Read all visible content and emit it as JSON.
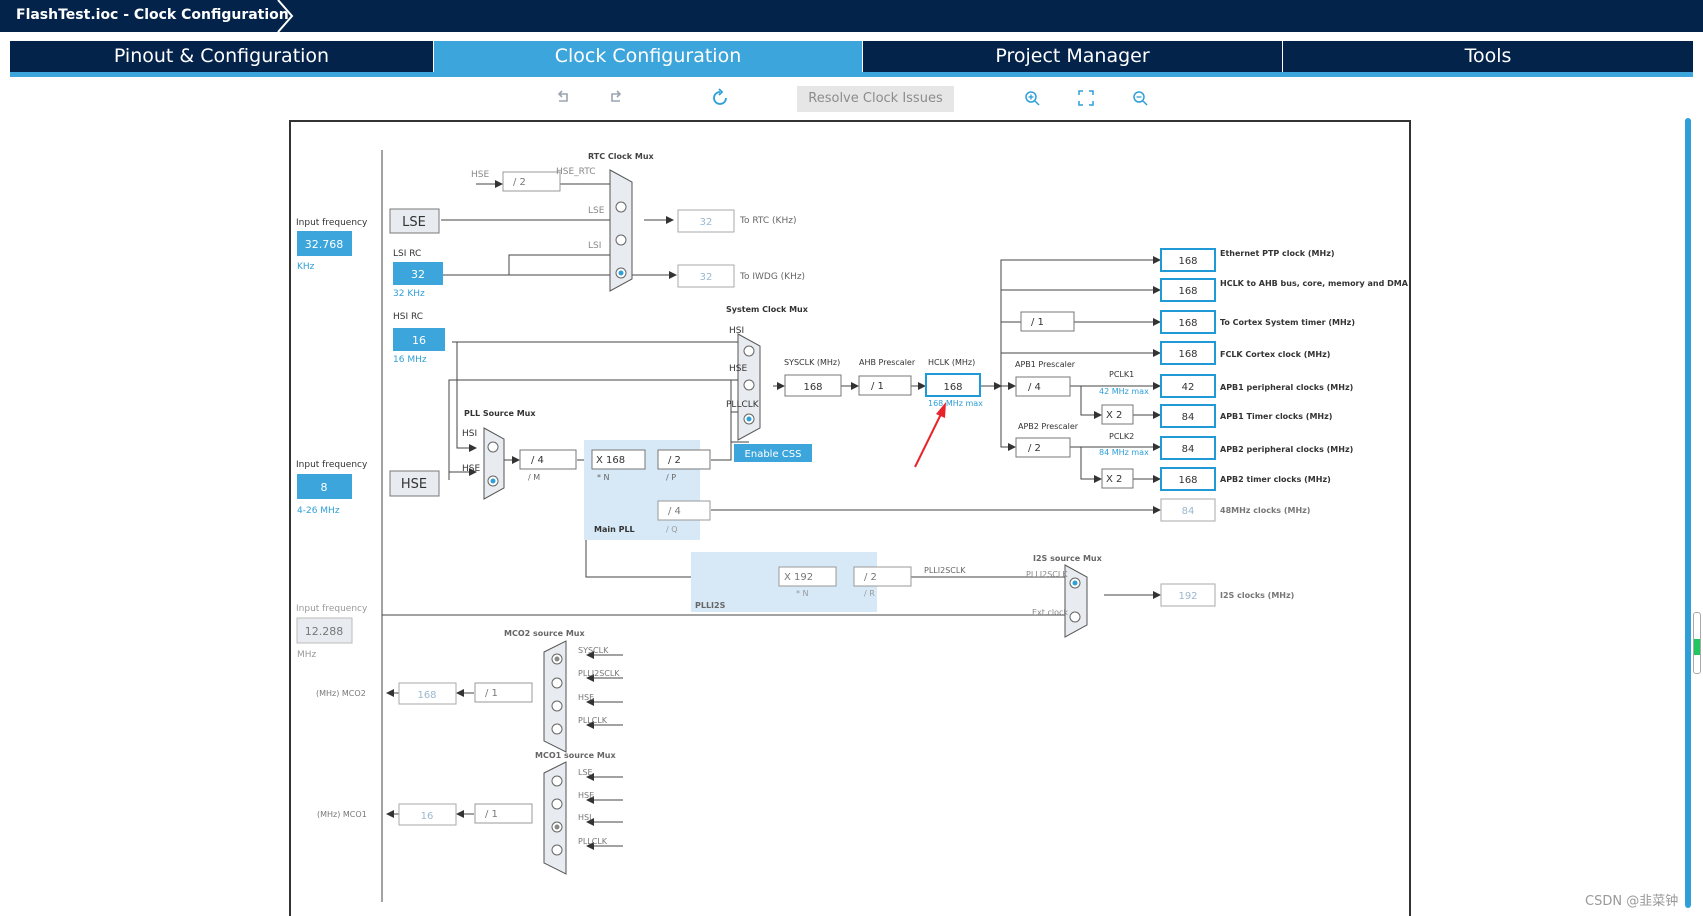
{
  "window": {
    "title": "FlashTest.ioc - Clock Configuration"
  },
  "tabs": [
    {
      "label": "Pinout & Configuration",
      "active": false
    },
    {
      "label": "Clock Configuration",
      "active": true
    },
    {
      "label": "Project Manager",
      "active": false
    },
    {
      "label": "Tools",
      "active": false
    }
  ],
  "toolbar": {
    "undo_icon": "undo-icon",
    "redo_icon": "redo-icon",
    "reset_icon": "refresh-icon",
    "resolve_label": "Resolve Clock Issues",
    "zoom_in_icon": "zoom-in-icon",
    "fit_icon": "fit-screen-icon",
    "zoom_out_icon": "zoom-out-icon"
  },
  "colors": {
    "titlebar": "#03234b",
    "accent": "#3ca5dc",
    "input_box": "#3ca5dc",
    "output_border": "#1f9ad6",
    "pll_bg": "#d7e9f7",
    "arrow_red": "#e8242a"
  },
  "diagram": {
    "lse_input": {
      "label": "Input frequency",
      "value": "32.768",
      "unit": "KHz",
      "name": "LSE"
    },
    "lsi": {
      "label": "LSI RC",
      "value": "32",
      "unit": "32 KHz"
    },
    "hsi": {
      "label": "HSI RC",
      "value": "16",
      "unit": "16 MHz"
    },
    "hse_input": {
      "label": "Input frequency",
      "value": "8",
      "unit": "4-26 MHz",
      "name": "HSE"
    },
    "ext_input": {
      "label": "Input frequency",
      "value": "12.288",
      "unit": "MHz"
    },
    "rtc_mux": {
      "title": "RTC Clock Mux",
      "hse_div": "/ 2",
      "hse_label": "HSE",
      "hse_rtc_label": "HSE_RTC",
      "lse_label": "LSE",
      "lsi_label": "LSI",
      "rtc_value": "32",
      "rtc_label": "To RTC (KHz)",
      "iwdg_value": "32",
      "iwdg_label": "To IWDG (KHz)"
    },
    "sys_mux": {
      "title": "System Clock Mux",
      "hsi": "HSI",
      "hse": "HSE",
      "pllclk": "PLLCLK",
      "css_label": "Enable CSS"
    },
    "pll_src_mux": {
      "title": "PLL Source Mux",
      "hsi": "HSI",
      "hse": "HSE"
    },
    "pll": {
      "m_value": "/ 4",
      "m_label": "/ M",
      "n_value": "X 168",
      "n_label": "* N",
      "p_value": "/ 2",
      "p_label": "/ P",
      "q_value": "/ 4",
      "q_label": "/ Q",
      "title": "Main PLL"
    },
    "sysclk": {
      "label": "SYSCLK (MHz)",
      "value": "168"
    },
    "ahb": {
      "label": "AHB Prescaler",
      "value": "/ 1"
    },
    "hclk": {
      "label": "HCLK (MHz)",
      "value": "168",
      "max": "168 MHz max"
    },
    "apb1": {
      "label": "APB1 Prescaler",
      "value": "/ 4",
      "pclk_label": "PCLK1",
      "max": "42 MHz max",
      "timer_mul": "X 2"
    },
    "apb2": {
      "label": "APB2 Prescaler",
      "value": "/ 2",
      "pclk_label": "PCLK2",
      "max": "84 MHz max",
      "timer_mul": "X 2"
    },
    "cortex_div": "/ 1",
    "outputs": [
      {
        "value": "168",
        "label": "Ethernet PTP clock (MHz)"
      },
      {
        "value": "168",
        "label": "HCLK to AHB bus, core, memory and DMA (MHz)"
      },
      {
        "value": "168",
        "label": "To Cortex System timer (MHz)"
      },
      {
        "value": "168",
        "label": "FCLK Cortex clock (MHz)"
      },
      {
        "value": "42",
        "label": "APB1 peripheral clocks (MHz)"
      },
      {
        "value": "84",
        "label": "APB1 Timer clocks (MHz)"
      },
      {
        "value": "84",
        "label": "APB2 peripheral clocks (MHz)"
      },
      {
        "value": "168",
        "label": "APB2 timer clocks (MHz)"
      },
      {
        "value": "84",
        "label": "48MHz clocks (MHz)"
      }
    ],
    "plli2s": {
      "title": "PLLI2S",
      "n_value": "X 192",
      "n_label": "* N",
      "r_value": "/ 2",
      "r_label": "/ R",
      "out_label": "PLLI2SCLK"
    },
    "i2s_mux": {
      "title": "I2S source Mux",
      "in1": "PLLI2SCLK",
      "in2": "Ext.clock",
      "value": "192",
      "label": "I2S clocks (MHz)"
    },
    "mco2": {
      "title": "MCO2 source Mux",
      "label": "(MHz) MCO2",
      "value": "168",
      "div": "/ 1",
      "inputs": [
        "SYSCLK",
        "PLLI2SCLK",
        "HSE",
        "PLLCLK"
      ]
    },
    "mco1": {
      "title": "MCO1 source Mux",
      "label": "(MHz) MCO1",
      "value": "16",
      "div": "/ 1",
      "inputs": [
        "LSE",
        "HSE",
        "HSI",
        "PLLCLK"
      ]
    }
  },
  "watermark": "CSDN @韭菜钟"
}
